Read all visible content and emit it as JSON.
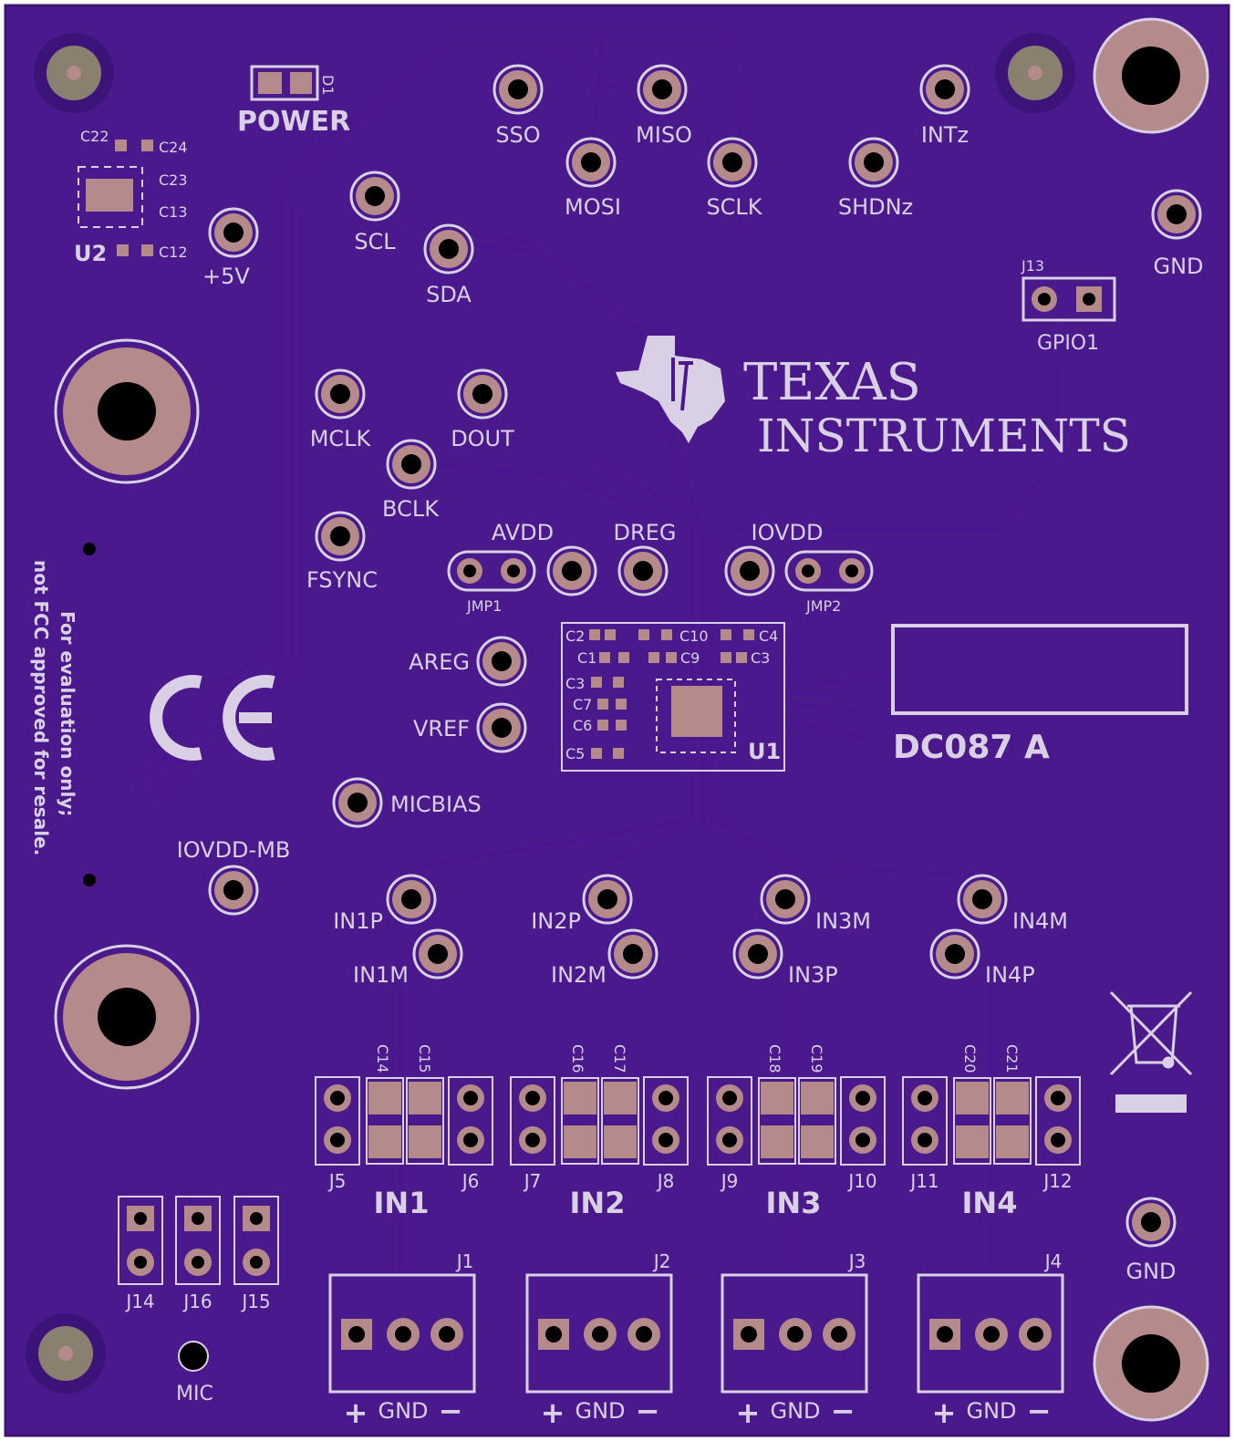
{
  "board": {
    "name": "DC087 A",
    "brand_line1": "TEXAS",
    "brand_line2": "INSTRUMENTS",
    "power_label": "POWER",
    "power_led": "D1",
    "u2_label": "U2",
    "u1_label": "U1",
    "plus5v": "+5V",
    "disclaimer_line1": "For evaluation only;",
    "disclaimer_line2": "not FCC approved for resale.",
    "mic_label": "MIC",
    "colors": {
      "board": "#4a1a8c",
      "silk": "#d9d0e6",
      "copper": "#b58a8a",
      "hole": "#000000"
    }
  },
  "testpoints": {
    "sso": "SSO",
    "miso": "MISO",
    "intz": "INTz",
    "mosi": "MOSI",
    "sclk": "SCLK",
    "shdnz": "SHDNz",
    "scl": "SCL",
    "sda": "SDA",
    "gnd_top": "GND",
    "mclk": "MCLK",
    "dout": "DOUT",
    "bclk": "BCLK",
    "fsync": "FSYNC",
    "avdd": "AVDD",
    "dreg": "DREG",
    "iovdd": "IOVDD",
    "areg": "AREG",
    "vref": "VREF",
    "micbias": "MICBIAS",
    "iovdd_mb": "IOVDD-MB",
    "in1p": "IN1P",
    "in1m": "IN1M",
    "in2p": "IN2P",
    "in2m": "IN2M",
    "in3m": "IN3M",
    "in3p": "IN3P",
    "in4m": "IN4M",
    "in4p": "IN4P",
    "gnd_bottom": "GND"
  },
  "jumpers": {
    "jmp1": "JMP1",
    "jmp2": "JMP2",
    "j13": "J13",
    "gpio1": "GPIO1"
  },
  "caps": {
    "c22": "C22",
    "c24": "C24",
    "c23": "C23",
    "c13": "C13",
    "c12": "C12",
    "c2": "C2",
    "c10": "C10",
    "c4": "C4",
    "c1": "C1",
    "c9": "C9",
    "c3a": "C3",
    "c3b": "C3",
    "c7": "C7",
    "c6": "C6",
    "c5": "C5",
    "c14": "C14",
    "c15": "C15",
    "c16": "C16",
    "c17": "C17",
    "c18": "C18",
    "c19": "C19",
    "c20": "C20",
    "c21": "C21"
  },
  "headers": {
    "j5": "J5",
    "j6": "J6",
    "j7": "J7",
    "j8": "J8",
    "j9": "J9",
    "j10": "J10",
    "j11": "J11",
    "j12": "J12",
    "j14": "J14",
    "j16": "J16",
    "j15": "J15"
  },
  "inputs": {
    "in1": "IN1",
    "in2": "IN2",
    "in3": "IN3",
    "in4": "IN4"
  },
  "terminals": {
    "j1": "J1",
    "j2": "J2",
    "j3": "J3",
    "j4": "J4",
    "plus": "+",
    "gnd": "GND",
    "minus": "−"
  }
}
